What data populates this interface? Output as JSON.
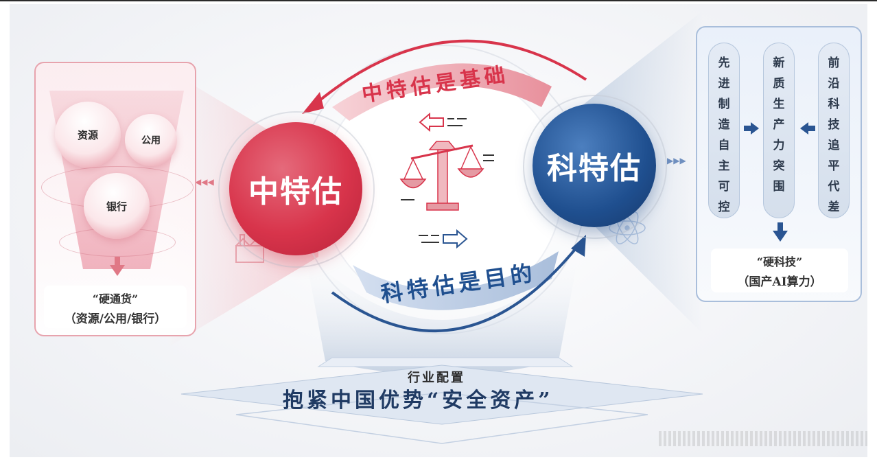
{
  "left_panel": {
    "bubbles": [
      "资源",
      "公用",
      "银行"
    ],
    "label_line1": "“硬通货”",
    "label_line2": "（资源/公用/银行）"
  },
  "center": {
    "left_circle": "中特估",
    "right_circle": "科特估",
    "top_banner": "中特估是基础",
    "bottom_banner": "科特估是目的"
  },
  "right_panel": {
    "columns": [
      [
        "先",
        "进",
        "制",
        "造",
        "自",
        "主",
        "可",
        "控"
      ],
      [
        "新",
        "质",
        "生",
        "产",
        "力",
        "突",
        "围"
      ],
      [
        "前",
        "沿",
        "科",
        "技",
        "追",
        "平",
        "代",
        "差"
      ]
    ],
    "label_line1": "“硬科技”",
    "label_line2": "（国产AI算力）"
  },
  "bottom": {
    "subtitle": "行业配置",
    "title": "抱紧中国优势“安全资产”"
  },
  "icons": {
    "scale": "balance-scale-icon",
    "factory": "factory-icon",
    "atom": "atom-icon",
    "arrow_left": "dashed-arrow-left-icon",
    "arrow_right": "dashed-arrow-right-icon"
  },
  "colors": {
    "red": "#d8344b",
    "blue": "#1f4f8f"
  }
}
